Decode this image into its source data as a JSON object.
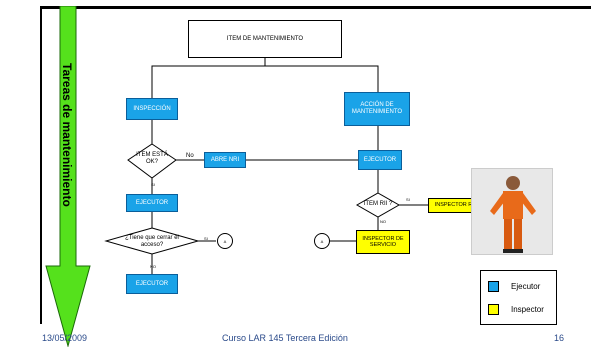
{
  "side_label": "Tareas de mantenimiento",
  "nodes": {
    "item": "ITEM DE MANTENIMIENTO",
    "inspeccion": "INSPECCIÓN",
    "accion": "ACCIÓN DE MANTENIMIENTO",
    "item_ok": "ITEM ESTÁ OK?",
    "abre_nri": "ABRE NRI",
    "ejecutor_right": "EJECUTOR",
    "ejecutor_left": "EJECUTOR",
    "rii": "ITEM RII ?",
    "inspector_rii": "INSPECTOR RII",
    "cerrar_acceso": "¿Tiene que cerrar el acceso?",
    "inspector_servicio": "INSPECTOR DE SERVICIO",
    "ejecutor_bottom": "EJECUTOR",
    "connector_a1": "A",
    "connector_a2": "A"
  },
  "edge_labels": {
    "no_1": "No",
    "si_1": "SI",
    "si_2": "SI",
    "no_2": "NO",
    "no_3": "NO",
    "si_3": "SI"
  },
  "legend": {
    "items": [
      {
        "label": "Ejecutor",
        "color": "#1aa3e8"
      },
      {
        "label": "Inspector",
        "color": "#ffff00"
      }
    ]
  },
  "footer": {
    "date": "13/05/2009",
    "course": "Curso LAR 145 Tercera Edición",
    "page": "16"
  },
  "colors": {
    "blue": "#1aa3e8",
    "yellow": "#ffff00",
    "arrow_green": "#55e11c"
  }
}
